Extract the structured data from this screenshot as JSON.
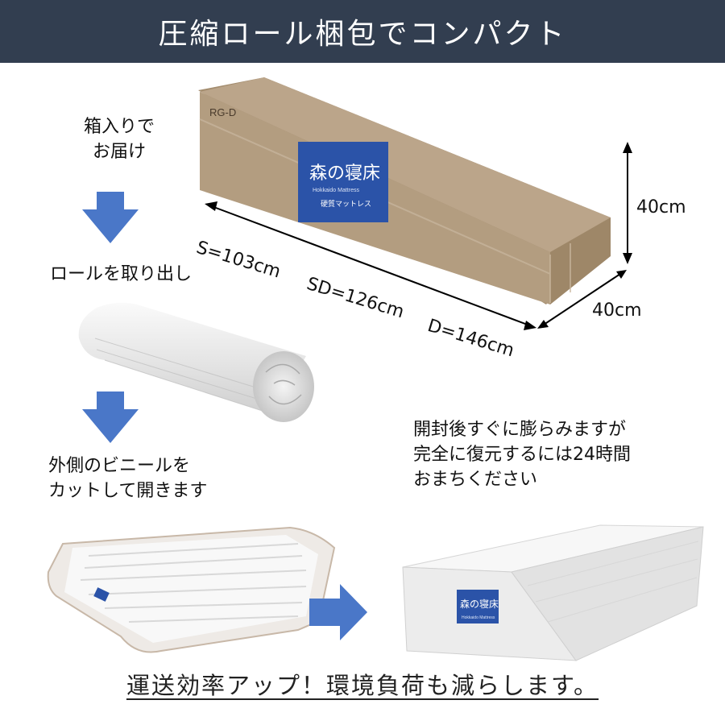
{
  "header": {
    "title": "圧縮ロール梱包でコンパクト"
  },
  "steps": {
    "step1": "箱入りで\nお届け",
    "step2": "ロールを取り出し",
    "step3": "外側のビニールを\nカットして開きます"
  },
  "box": {
    "model_label": "RG-D",
    "brand": "森の寝床",
    "brand_sub": "Hokkaido Mattress",
    "brand_product": "硬質マットレス",
    "height": "40cm",
    "depth": "40cm",
    "sizes": [
      "S=103cm",
      "SD=126cm",
      "D=146cm"
    ]
  },
  "note": "開封後すぐに膨らみますが\n完全に復元するには24時間\nおまちください",
  "mattress_label": {
    "brand": "森の寝床",
    "sub": "Hokkaido Mattress"
  },
  "footer": {
    "text": "運送効率アップ！環境負荷も減らします。"
  },
  "colors": {
    "header_bg": "#323e50",
    "arrow_blue": "#4a77c8",
    "box_brown": "#b8a183",
    "brand_blue": "#2b53a8"
  }
}
